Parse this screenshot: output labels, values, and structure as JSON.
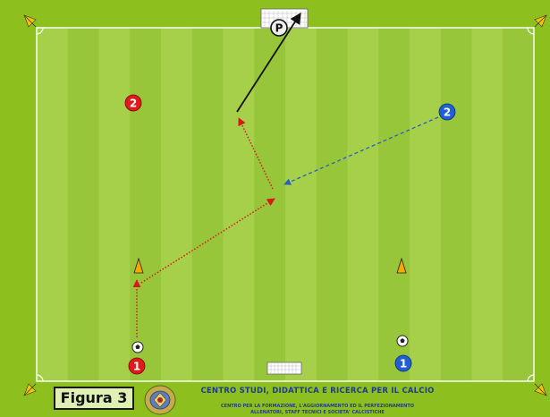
{
  "figure": {
    "label": "Figura 3"
  },
  "footer": {
    "title": "CENTRO STUDI, DIDATTICA E RICERCA PER IL CALCIO",
    "subtitle_line1": "CENTRO PER LA FORMAZIONE, L'AGGIORNAMENTO ED IL PERFEZIONAMENTO",
    "subtitle_line2": "ALLENATORI, STAFF TECNICI E SOCIETA' CALCISTICHE"
  },
  "players": [
    {
      "id": "red-1",
      "label": "1",
      "team": "red"
    },
    {
      "id": "red-2",
      "label": "2",
      "team": "red"
    },
    {
      "id": "blue-1",
      "label": "1",
      "team": "blue"
    },
    {
      "id": "blue-2",
      "label": "2",
      "team": "blue"
    }
  ],
  "goalkeeper": {
    "label": "P"
  },
  "colors": {
    "pitch_stripe_light": "#a6cf4a",
    "pitch_stripe_dark": "#98c63a",
    "border": "#8dbf1f",
    "red_team": "#e01a1a",
    "blue_team": "#1f5fd6",
    "red_arrow": "#d61a1a",
    "blue_arrow": "#2a5fc0",
    "shot_arrow": "#111111",
    "cone": "#f5a800"
  },
  "icons": [
    "soccer-ball-icon",
    "cone-icon",
    "corner-flag-icon",
    "goal-icon",
    "logo-emblem-icon"
  ]
}
